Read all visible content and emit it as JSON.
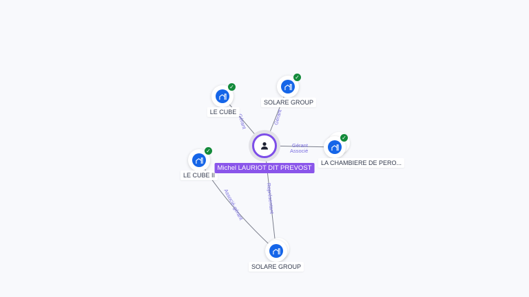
{
  "center": {
    "name": "Michel LAURIOT DIT PREVOST",
    "icon": "person-icon",
    "color": "#8a55ea"
  },
  "nodes": [
    {
      "label": "LE CUBE",
      "verified": true
    },
    {
      "label": "SOLARE GROUP",
      "verified": true
    },
    {
      "label": "LA CHAMBIERE DE PERO...",
      "verified": true
    },
    {
      "label": "LE CUBE II",
      "verified": true
    },
    {
      "label": "SOLARE GROUP",
      "verified": false
    }
  ],
  "edges": [
    {
      "label": "Gérant"
    },
    {
      "label": "Gérant"
    },
    {
      "label": "Gérant"
    },
    {
      "label": "Associé"
    },
    {
      "label": "Associé-gérant"
    },
    {
      "label": "Représentant"
    }
  ],
  "check_mark": "✓"
}
